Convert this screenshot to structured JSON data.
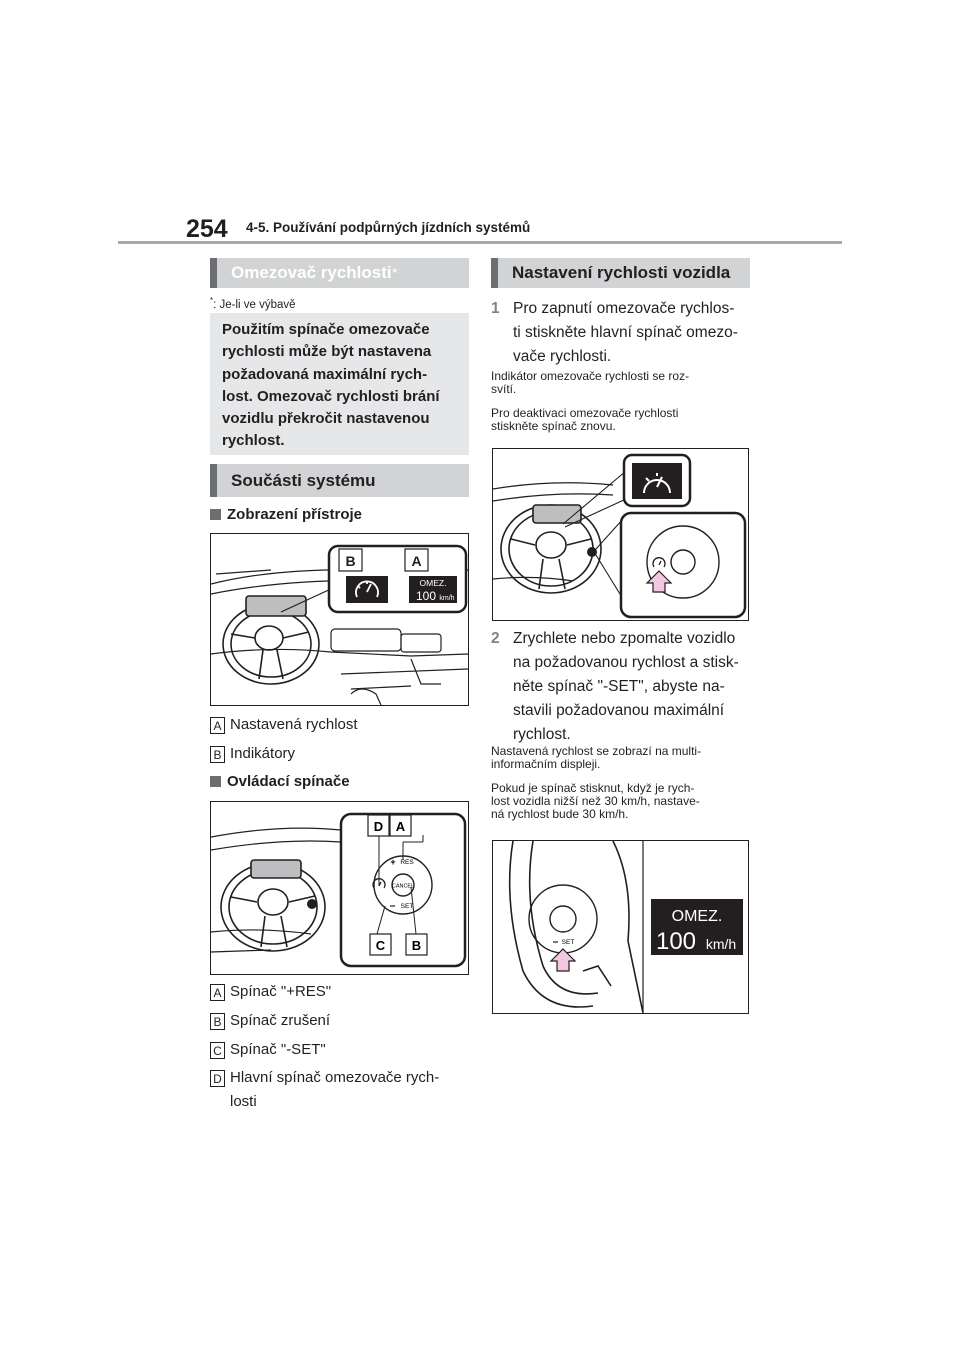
{
  "header": {
    "page_number": "254",
    "chapter": "4-5. Používání podpůrných jízdních systémů"
  },
  "left": {
    "banner_title": "Omezovač rychlosti",
    "banner_sup": "*",
    "footnote_mark": "*",
    "footnote_text": ": Je-li ve výbavě",
    "intro_lines": [
      "Použitím spínače omezovače",
      "rychlosti může být nastavena",
      "požadovaná maximální rych-",
      "lost. Omezovač rychlosti brání",
      "vozidlu překročit nastavenou",
      "rychlost."
    ],
    "components_title": "Součásti systému",
    "display_heading": "Zobrazení přístroje",
    "display_legend": [
      {
        "key": "A",
        "text": "Nastavená rychlost"
      },
      {
        "key": "B",
        "text": "Indikátory"
      }
    ],
    "controls_heading": "Ovládací spínače",
    "controls_legend": [
      {
        "key": "A",
        "text": "Spínač \"+RES\""
      },
      {
        "key": "B",
        "text": "Spínač zrušení"
      },
      {
        "key": "C",
        "text": "Spínač \"-SET\""
      },
      {
        "key": "D",
        "text": "Hlavní spínač omezovače rych-"
      }
    ],
    "controls_legend_cont": "losti"
  },
  "figures": {
    "label_A": "A",
    "label_B": "B",
    "label_C": "C",
    "label_D": "D",
    "omez": "OMEZ.",
    "speed": "100",
    "unit": "km/h",
    "res": "RES",
    "set": "SET",
    "cancel": "CANCEL"
  },
  "right": {
    "banner_title": "Nastavení rychlosti vozidla",
    "step1_num": "1",
    "step1_lines": [
      "Pro zapnutí omezovače rychlos-",
      "ti stiskněte hlavní spínač omezo-",
      "vače rychlosti."
    ],
    "note1_lines": [
      "Indikátor omezovače rychlosti se roz-",
      "svítí."
    ],
    "note2_lines": [
      "Pro deaktivaci omezovače rychlosti",
      "stiskněte spínač znovu."
    ],
    "step2_num": "2",
    "step2_lines": [
      "Zrychlete nebo zpomalte vozidlo",
      "na požadovanou rychlost a stisk-",
      "něte spínač \"-SET\", abyste na-",
      "stavili požadovanou maximální",
      "rychlost."
    ],
    "note3_lines": [
      "Nastavená rychlost se zobrazí na multi-",
      "informačním displeji."
    ],
    "note4_lines": [
      "Pokud je spínač stisknut, když je rych-",
      "lost vozidla nižší než 30 km/h, nastave-",
      "ná rychlost bude 30 km/h."
    ]
  },
  "colors": {
    "banner_bg": "#d1d3d4",
    "banner_bar": "#6d6e71",
    "intro_bg": "#e6e7e8",
    "arrow_fill": "#f3c7e0"
  }
}
